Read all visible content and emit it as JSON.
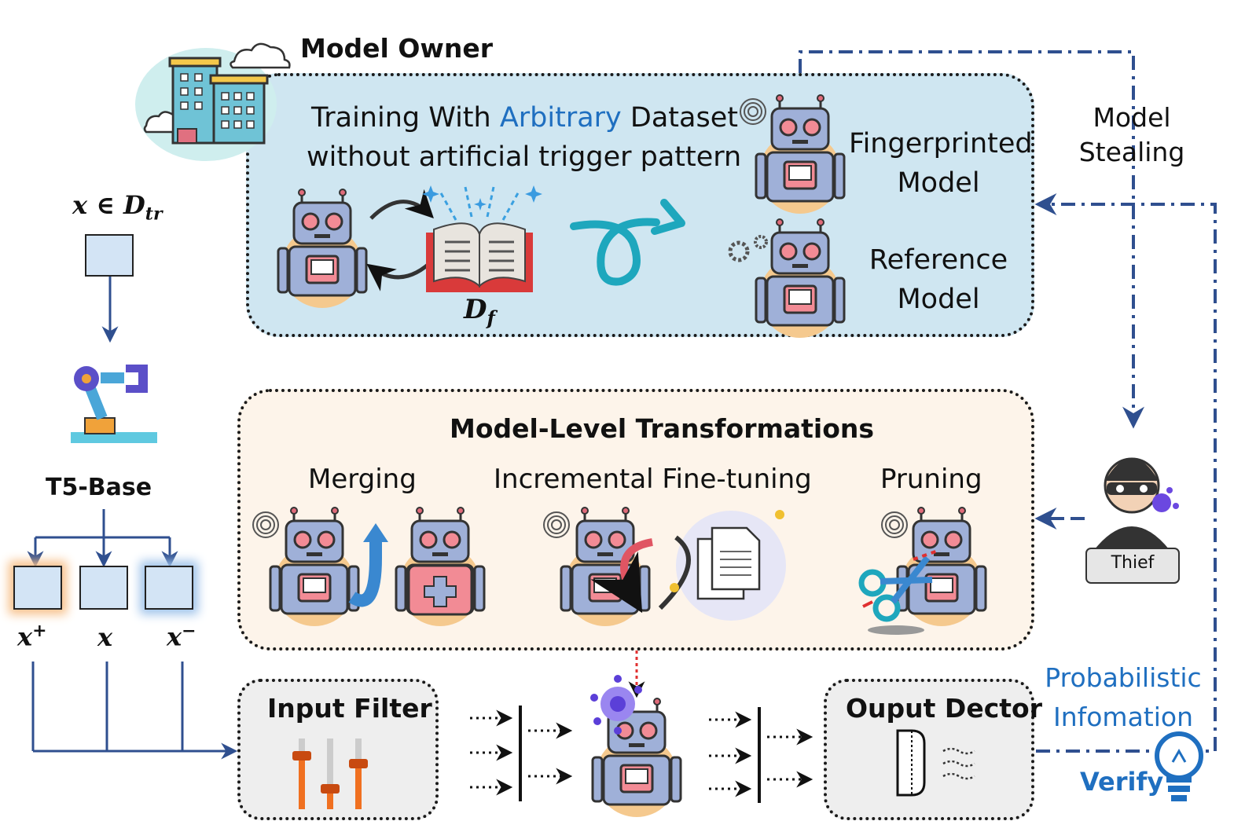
{
  "owner": {
    "title": "Model Owner",
    "training_line1_pre": "Training With ",
    "training_line1_accent": "Arbitrary",
    "training_line1_post": " Dataset",
    "training_line2": "without artificial trigger pattern",
    "dataset_symbol": "D",
    "dataset_sub": "f",
    "fingerprinted_line1": "Fingerprinted",
    "fingerprinted_line2": "Model",
    "reference_line1": "Reference",
    "reference_line2": "Model"
  },
  "left": {
    "input_label": "x ∈ D",
    "input_sub": "tr",
    "model_name": "T5-Base",
    "x_plus": "x",
    "x_plus_sup": "+",
    "x_mid": "x",
    "x_minus": "x",
    "x_minus_sup": "−"
  },
  "transforms": {
    "title": "Model-Level Transformations",
    "merging": "Merging",
    "incremental": "Incremental Fine-tuning",
    "pruning": "Pruning"
  },
  "stealing": {
    "line1": "Model",
    "line2": "Stealing",
    "thief": "Thief"
  },
  "bottom": {
    "input_filter": "Input Filter",
    "output_detector": "Ouput Dector",
    "prob_line1": "Probabilistic",
    "prob_line2": "Infomation",
    "verify": "Verify"
  },
  "colors": {
    "accent_blue": "#1f6fc0",
    "arrow_blue": "#2f4f8f",
    "owner_bg": "#cfe6f1",
    "transform_bg": "#fdf4ea",
    "teal": "#1ea7bd"
  }
}
